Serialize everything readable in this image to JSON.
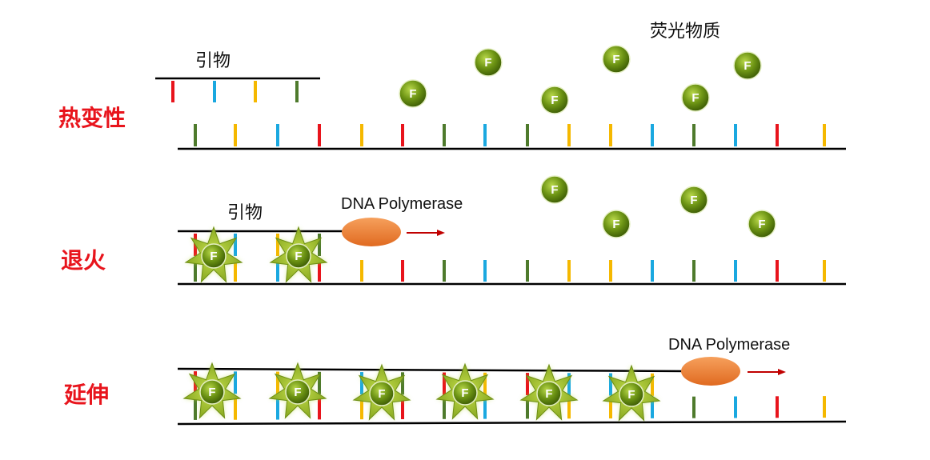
{
  "stages": {
    "denaturation": "热变性",
    "annealing": "退火",
    "extension": "延伸"
  },
  "labels": {
    "primer_top": "引物",
    "primer_mid": "引物",
    "fluor_title": "荧光物质",
    "polymerase_mid": "DNA Polymerase",
    "polymerase_bottom": "DNA Polymerase"
  },
  "fluor_letter": "F",
  "colors": {
    "stage_text": "#e8141c",
    "red": "#e8141c",
    "blue": "#1aa8e0",
    "yellow": "#f5b800",
    "green": "#4e7a2c",
    "fluor_dark": "#3f5f06",
    "fluor_light": "#a6c83a",
    "star": "#8db020",
    "polymerase": "#ee7b30",
    "arrow": "#c00000"
  },
  "template_bases": [
    "green",
    "yellow",
    "blue",
    "red",
    "yellow",
    "red",
    "green",
    "blue",
    "green",
    "yellow",
    "yellow",
    "blue",
    "green",
    "blue",
    "red",
    "yellow"
  ],
  "primer_bases": [
    "red",
    "blue",
    "yellow",
    "green"
  ]
}
